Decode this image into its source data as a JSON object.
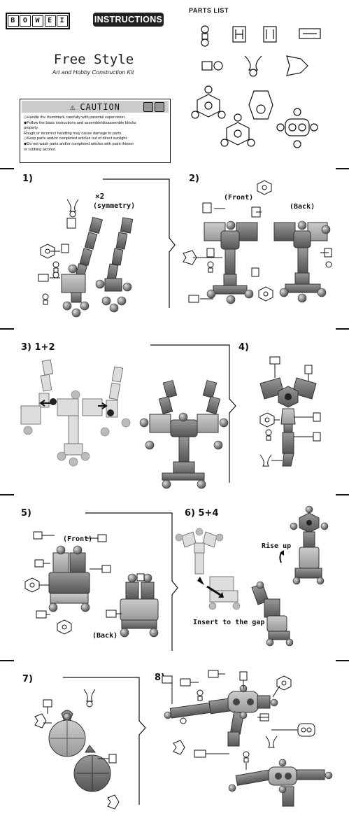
{
  "header": {
    "brand": "BOWEI",
    "brand_letters": [
      "B",
      "O",
      "W",
      "E",
      "I"
    ],
    "instructions_label": "INSTRUCTIONS",
    "parts_list_label": "PARTS LIST"
  },
  "product": {
    "title": "Free Style",
    "subtitle": "Art and Hobby Construction Kit"
  },
  "caution": {
    "heading": "CAUTION",
    "lines": [
      "◇Handle the thumbtack carefully with parental supervision.",
      "◆Follow the basic instructions and assemble/disassemble blocks",
      "  properly.",
      "  Rough or incorrect handling may cause damage to parts.",
      "◇Keep parts and/or completed articles out of direct sunlight.",
      "◆Do not wash parts and/or completed articles with paint thinner",
      "  or rubbing alcohol."
    ]
  },
  "steps": {
    "s1": {
      "num": "1)",
      "note_mult": "×2",
      "note": "(symmetry)"
    },
    "s2": {
      "num": "2)",
      "front": "(Front)",
      "back": "(Back)"
    },
    "s3": {
      "num": "3) 1+2"
    },
    "s4": {
      "num": "4)"
    },
    "s5": {
      "num": "5)",
      "front": "(Front)",
      "back": "(Back)"
    },
    "s6": {
      "num": "6) 5+4",
      "rise": "Rise up",
      "insert": "Insert to the gap"
    },
    "s7": {
      "num": "7)"
    },
    "s8": {
      "num": "8)"
    }
  }
}
